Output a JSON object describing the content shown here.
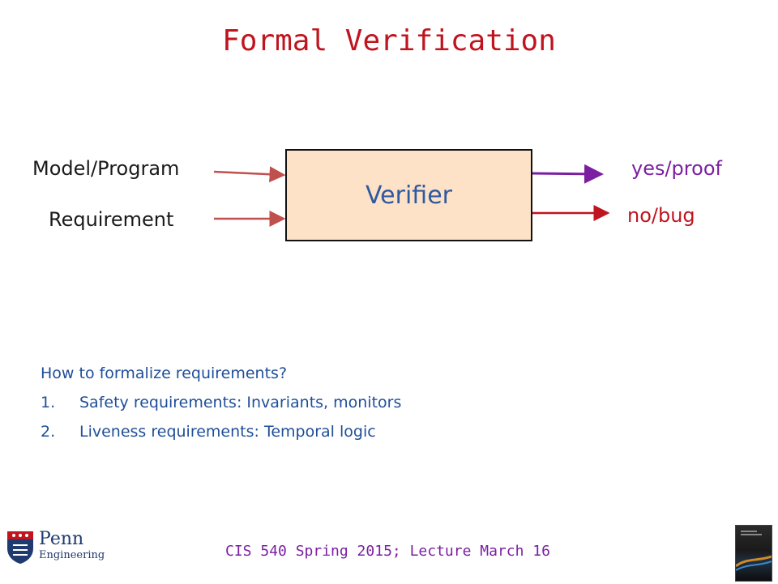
{
  "title": "Formal Verification",
  "diagram": {
    "inputs": [
      "Model/Program",
      "Requirement"
    ],
    "box_label": "Verifier",
    "outputs": [
      "yes/proof",
      "no/bug"
    ]
  },
  "notes": {
    "heading": "How to formalize requirements?",
    "items": [
      {
        "num": "1.",
        "text": "Safety requirements: Invariants, monitors"
      },
      {
        "num": "2.",
        "text": "Liveness requirements: Temporal logic"
      }
    ]
  },
  "footer": "CIS 540 Spring 2015;  Lecture March 16",
  "logo": {
    "line1": "Penn",
    "line2": "Engineering"
  },
  "colors": {
    "title": "#c0141e",
    "box_fill": "#fde2c8",
    "box_text": "#2e5aa0",
    "input_arrow": "#c0504d",
    "yes_arrow": "#7b1fa2",
    "no_arrow": "#c0141e",
    "notes_text": "#1f4e99",
    "footer_text": "#7b1fa2"
  }
}
